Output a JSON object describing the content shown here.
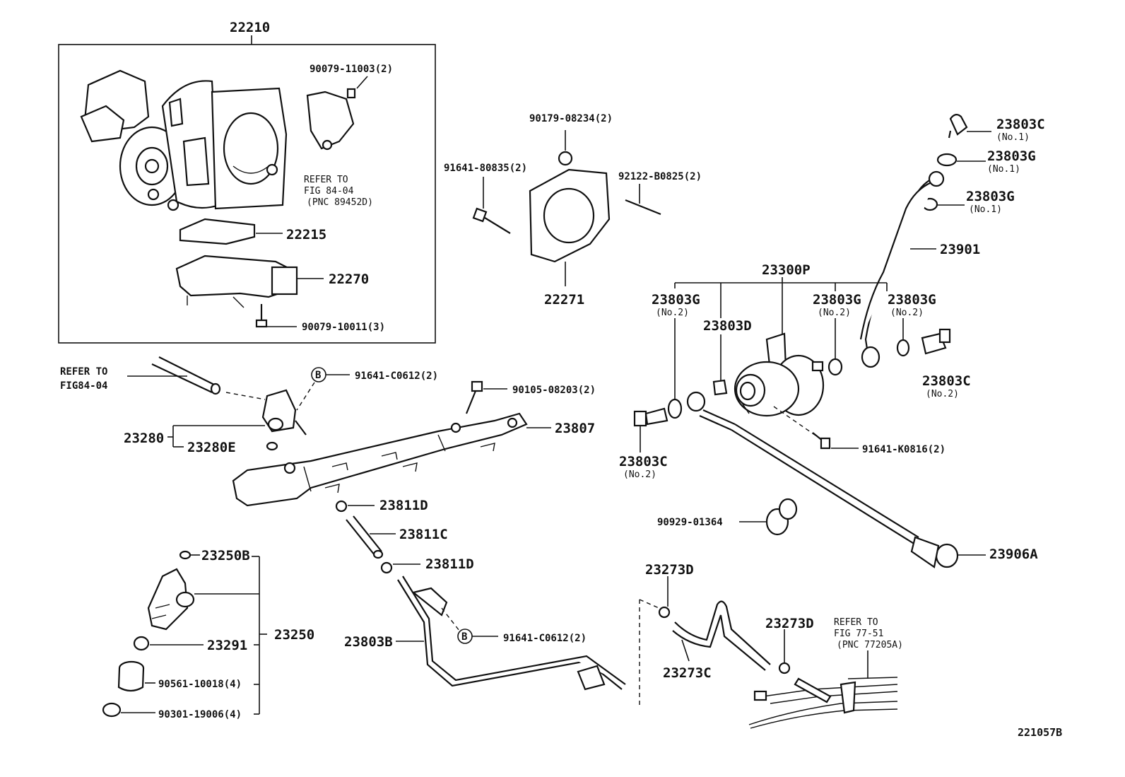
{
  "labels": {
    "p22210": "22210",
    "p90079_11003": "90079-11003(2)",
    "refer_fig84_04_top_l1": "REFER TO",
    "refer_fig84_04_top_l2": "FIG 84-04",
    "refer_fig84_04_top_l3": "(PNC 89452D)",
    "p22215": "22215",
    "p22270": "22270",
    "p90079_10011": "90079-10011(3)",
    "p90179_08234": "90179-08234(2)",
    "p91641_80835": "91641-80835(2)",
    "p92122_b0825": "92122-B0825(2)",
    "p22271": "22271",
    "p23803c_1": "23803C",
    "no1_a": "(No.1)",
    "p23803g_1a": "23803G",
    "no1_b": "(No.1)",
    "p23803g_1b": "23803G",
    "no1_c": "(No.1)",
    "p23901": "23901",
    "p23300p": "23300P",
    "p23803g_2a": "23803G",
    "no2_a": "(No.2)",
    "p23803d": "23803D",
    "p23803g_2b": "23803G",
    "no2_b": "(No.2)",
    "p23803g_2c": "23803G",
    "no2_c": "(No.2)",
    "p23803c_2r": "23803C",
    "no2_d": "(No.2)",
    "refer_fig84_04_left_l1": "REFER TO",
    "refer_fig84_04_left_l2": "FIG84-04",
    "b_marker_1": "B",
    "p91641_c0612_a": "91641-C0612(2)",
    "p90105_08203": "90105-08203(2)",
    "p23280": "23280",
    "p23280e": "23280E",
    "p23807": "23807",
    "p23803c_2l": "23803C",
    "no2_e": "(No.2)",
    "p91641_k0816": "91641-K0816(2)",
    "p23811d_a": "23811D",
    "p23811c": "23811C",
    "p23811d_b": "23811D",
    "p90929_01364": "90929-01364",
    "p23906a": "23906A",
    "p23250b": "23250B",
    "p23250": "23250",
    "p23291": "23291",
    "p90561_10018": "90561-10018(4)",
    "p90301_19006": "90301-19006(4)",
    "p23803b": "23803B",
    "b_marker_2": "B",
    "p91641_c0612_b": "91641-C0612(2)",
    "p23273d_a": "23273D",
    "p23273c": "23273C",
    "p23273d_b": "23273D",
    "refer_fig77_51_l1": "REFER TO",
    "refer_fig77_51_l2": "FIG 77-51",
    "refer_fig77_51_l3": "(PNC 77205A)",
    "diagram_id": "221057B"
  }
}
